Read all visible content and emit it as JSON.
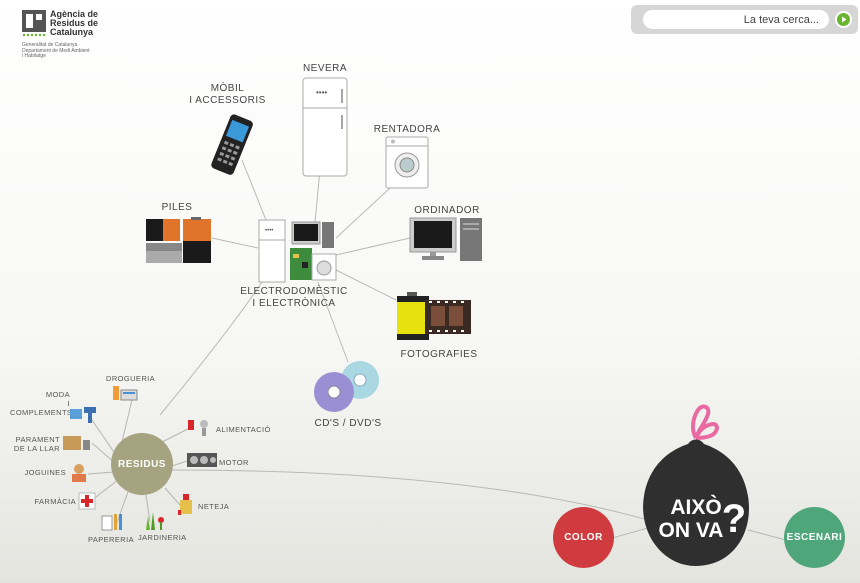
{
  "header": {
    "logo_lines": [
      "Agència de",
      "Residus de",
      "Catalunya"
    ],
    "logo_sub": [
      "Generalitat de Catalunya",
      "Departament de Medi Ambient",
      "i Habitatge"
    ]
  },
  "search": {
    "placeholder": "La teva cerca..."
  },
  "center": {
    "label": "ELECTRODOMÈSTIC\nI ELECTRÒNICA"
  },
  "items": {
    "mobil": "MÒBIL\nI ACCESSORIS",
    "nevera": "NEVERA",
    "rentadora": "RENTADORA",
    "ordinador": "ORDINADOR",
    "piles": "PILES",
    "fotografies": "FOTOGRAFIES",
    "cds": "CD'S / DVD'S"
  },
  "residus": {
    "label": "RESIDUS",
    "categories": {
      "drogueria": "DROGUERIA",
      "moda": "MODA\nI COMPLEMENTS",
      "parament": "PARAMENT\nDE LA LLAR",
      "joguines": "JOGUINES",
      "farmacia": "FARMÀCIA",
      "papereria": "PAPERERIA",
      "jardineria": "JARDINERIA",
      "neteja": "NETEJA",
      "motor": "MOTOR",
      "alimentacio": "ALIMENTACIÓ"
    }
  },
  "bottom": {
    "color_label": "COLOR",
    "escenari_label": "ESCENARI",
    "bag_text_1": "AIXÒ",
    "bag_text_2": "ON VA",
    "bag_qmark": "?"
  },
  "colors": {
    "color_btn": "#cf3b3f",
    "escenari_btn": "#4fa67a",
    "residus_btn": "#a6a381",
    "bag": "#2f2f2f",
    "search_go": "#6bb52e"
  }
}
